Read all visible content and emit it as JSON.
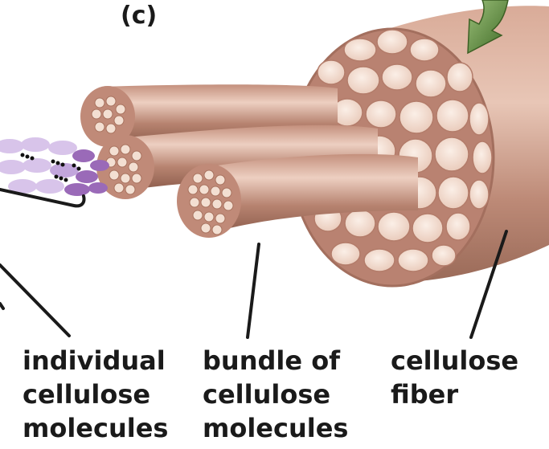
{
  "panel": {
    "label": "(c)"
  },
  "labels": {
    "molecules": {
      "line1": "individual",
      "line2": "cellulose",
      "line3": "molecules"
    },
    "bundle": {
      "line1": "bundle of",
      "line2": "cellulose",
      "line3": "molecules"
    },
    "fiber": {
      "line1": "cellulose",
      "line2": "fiber"
    }
  },
  "colors": {
    "fiber_body": "#c49280",
    "fiber_light": "#e6c2b2",
    "fiber_dark": "#8c5a4a",
    "cell_fill": "#f4e2d6",
    "molecule_purple": "#9a6ab8",
    "molecule_light": "#d8c4ea",
    "arrow_green": "#5f8a3c",
    "leader_line": "#1a1a1a"
  }
}
